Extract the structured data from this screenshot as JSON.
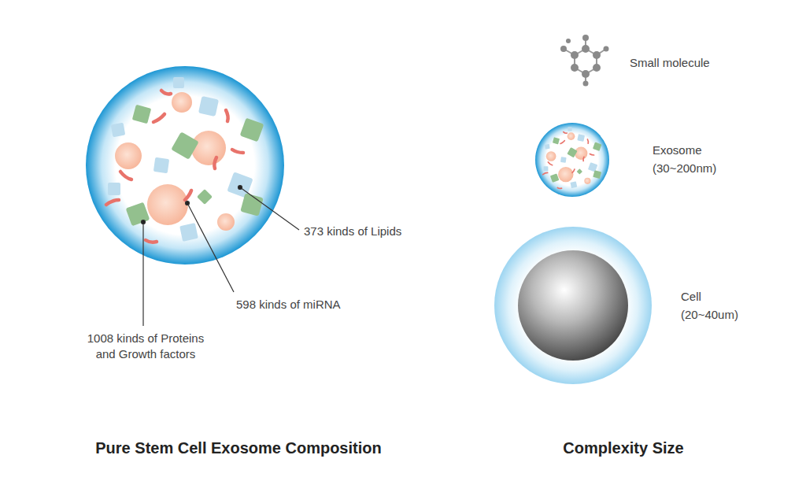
{
  "diagram": {
    "labels": [
      "373 kinds of Lipids",
      "598 kinds of miRNA",
      "1008 kinds of Proteins and Growth factors",
      "Small molecule",
      "Exosome",
      "(30~200nm)",
      "Cell",
      "(20~40um)",
      "Pure Stem Cell Exosome Composition",
      "Complexity Size"
    ]
  }
}
